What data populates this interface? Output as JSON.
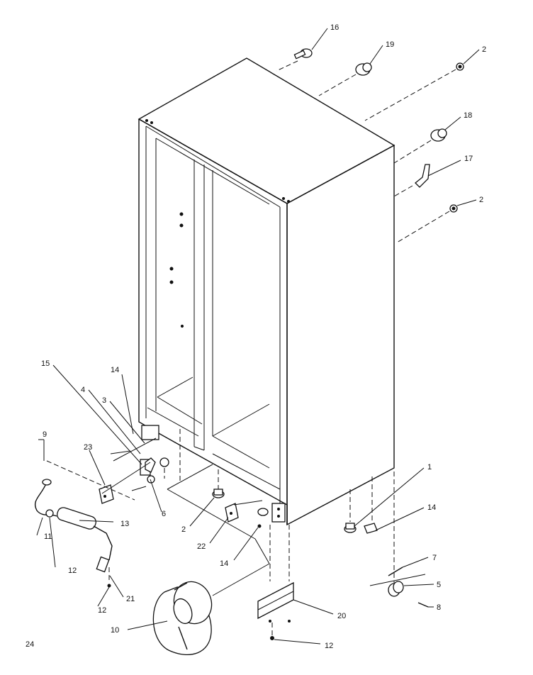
{
  "page_number": "24",
  "callouts": {
    "c16": "16",
    "c19": "19",
    "c2a": "2",
    "c18": "18",
    "c17": "17",
    "c2b": "2",
    "c15": "15",
    "c14a": "14",
    "c4": "4",
    "c3": "3",
    "c9": "9",
    "c23": "23",
    "c6": "6",
    "c13": "13",
    "c11": "11",
    "c12a": "12",
    "c21": "21",
    "c12b": "12",
    "c10": "10",
    "c2c": "2",
    "c22": "22",
    "c14b": "14",
    "c20": "20",
    "c12c": "12",
    "c1": "1",
    "c14c": "14",
    "c7": "7",
    "c5": "5",
    "c8": "8"
  }
}
